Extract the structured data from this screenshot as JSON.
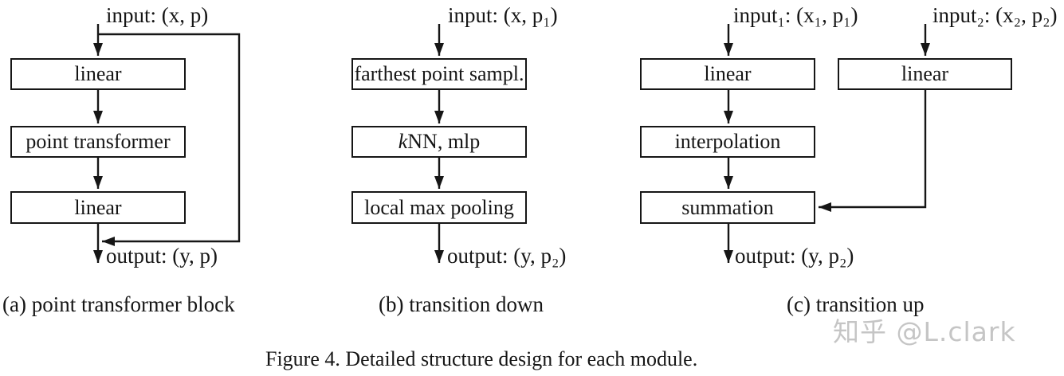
{
  "colors": {
    "ink": "#161616",
    "box_fill": "#ffffff",
    "background": "#ffffff",
    "watermark_gray": "#c5c5c5"
  },
  "figure_caption": "Figure 4. Detailed structure design for each module.",
  "watermark": {
    "site_name": "知乎",
    "author": "@L.clark"
  },
  "diagram_a": {
    "caption": "(a) point transformer block",
    "input_label": "input: (x, p)",
    "output_label": "output: (y, p)",
    "boxes": [
      "linear",
      "point transformer",
      "linear"
    ]
  },
  "diagram_b": {
    "caption": "(b) transition down",
    "input_label": "input: (x, p₁)",
    "output_label": "output: (y, p₂)",
    "boxes": [
      "farthest point sampl.",
      {
        "italic": "k",
        "rest": "NN, mlp"
      },
      "local max pooling"
    ]
  },
  "diagram_c": {
    "caption": "(c) transition up",
    "input1_label": "input₁: (x₁, p₁)",
    "input2_label": "input₂: (x₂, p₂)",
    "output_label": "output: (y, p₂)",
    "left_boxes": [
      "linear",
      "interpolation",
      "summation"
    ],
    "right_boxes": [
      "linear"
    ]
  }
}
